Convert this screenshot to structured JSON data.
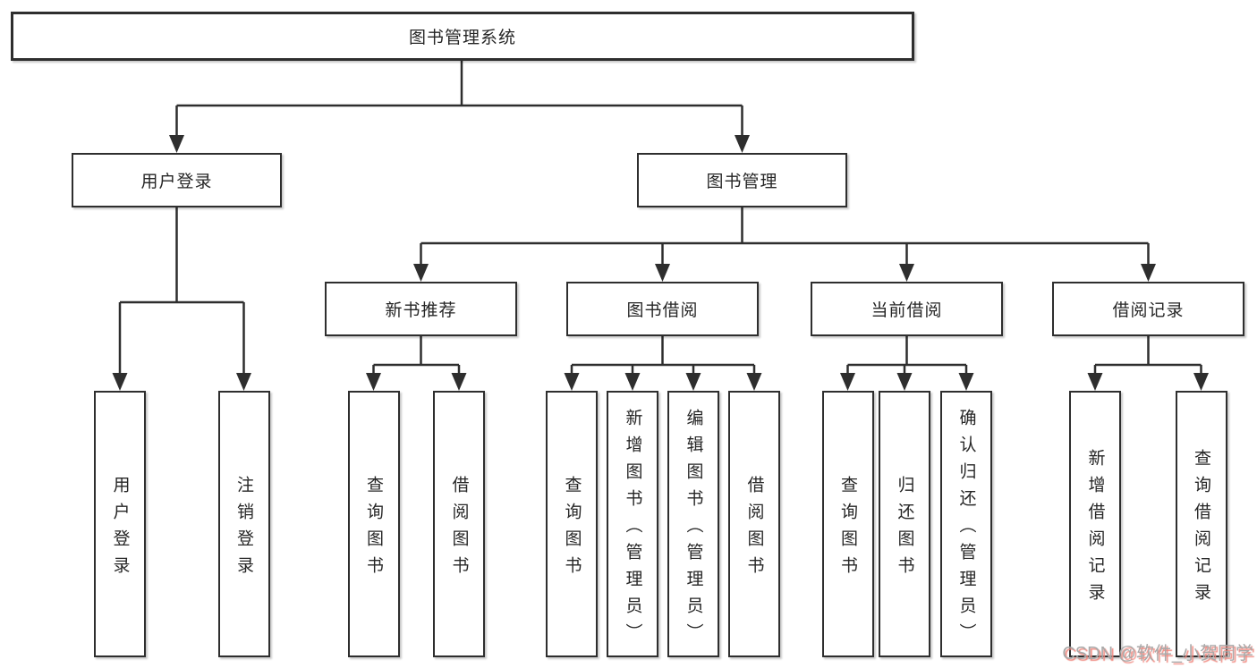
{
  "diagram": {
    "root": {
      "label": "图书管理系统"
    },
    "level2": [
      {
        "label": "用户登录"
      },
      {
        "label": "图书管理"
      }
    ],
    "level3": [
      {
        "label": "新书推荐"
      },
      {
        "label": "图书借阅"
      },
      {
        "label": "当前借阅"
      },
      {
        "label": "借阅记录"
      }
    ],
    "leaves": {
      "user_login": [
        "用户登录",
        "注销登录"
      ],
      "new_book_recommendation": [
        "查询图书",
        "借阅图书"
      ],
      "book_borrowing": [
        "查询图书",
        "新增图书（管理员）",
        "编辑图书（管理员）",
        "借阅图书"
      ],
      "current_borrowing": [
        "查询图书",
        "归还图书",
        "确认归还（管理员）"
      ],
      "borrowing_records": [
        "新增借阅记录",
        "查询借阅记录"
      ]
    }
  },
  "watermark": {
    "text": "CSDN @软件_小贺同学"
  },
  "colors": {
    "line": "#2e2e2e",
    "text": "#262626",
    "box_bg": "#ffffff",
    "watermark": "#a9a9a9",
    "watermark_accent": "#f08a80"
  }
}
